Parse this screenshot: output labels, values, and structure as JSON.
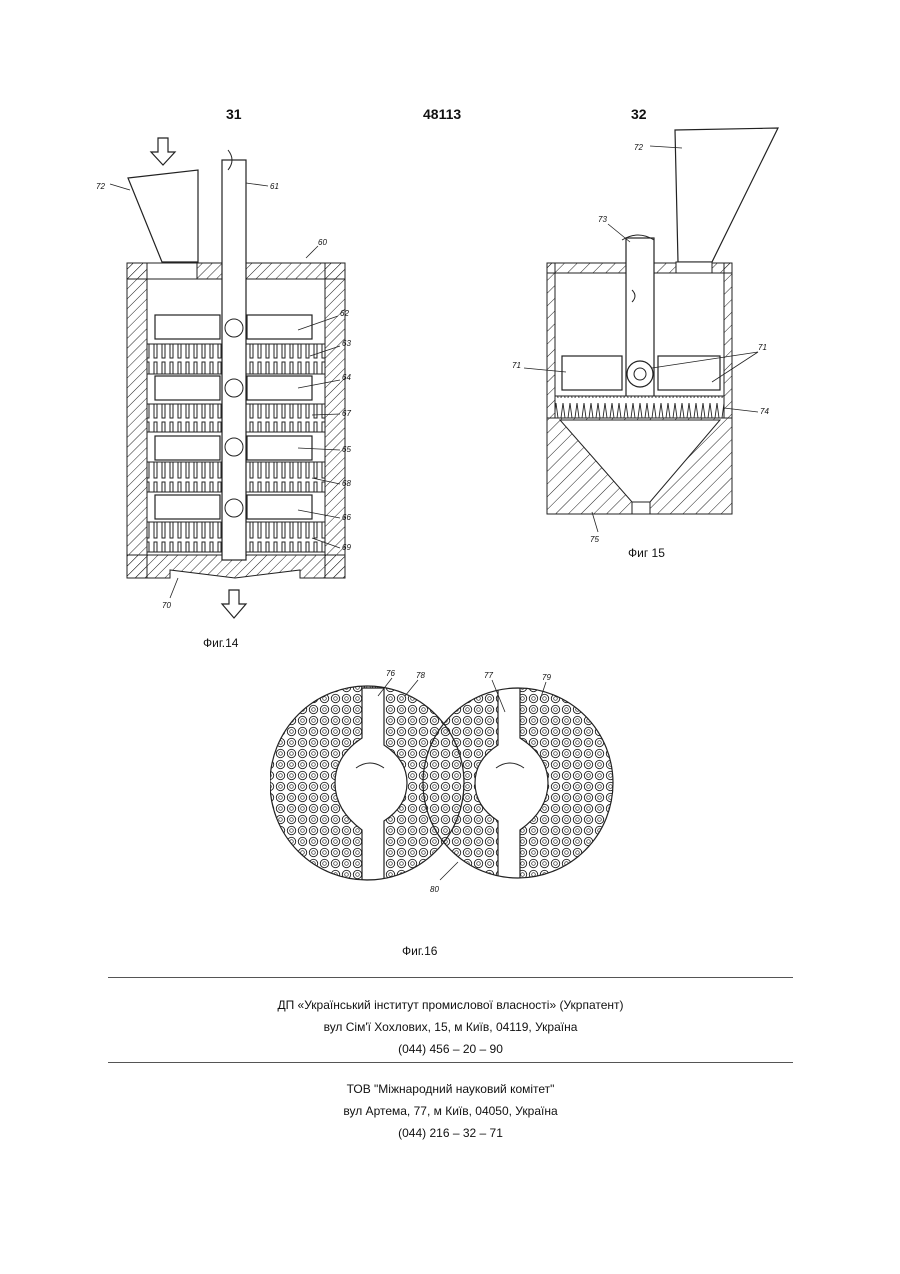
{
  "header": {
    "left_page": "31",
    "patent_number": "48113",
    "right_page": "32"
  },
  "figures": {
    "fig14": {
      "caption": "Фиг.14",
      "labels": [
        "72",
        "61",
        "60",
        "62",
        "63",
        "64",
        "67",
        "65",
        "68",
        "66",
        "69",
        "70"
      ]
    },
    "fig15": {
      "caption": "Фиг 15",
      "labels": [
        "72",
        "73",
        "71",
        "71",
        "74",
        "75"
      ]
    },
    "fig16": {
      "caption": "Фиг.16",
      "labels": [
        "76",
        "78",
        "77",
        "79",
        "80"
      ]
    }
  },
  "footer": {
    "org1": {
      "name": "ДП «Український інститут промислової власності» (Укрпатент)",
      "address": "вул  Сім'ї Хохлових, 15, м  Київ, 04119, Україна",
      "phone": "(044) 456 – 20 –  90"
    },
    "org2": {
      "name": "ТОВ \"Міжнародний науковий комітет\"",
      "address": "вул  Артема, 77, м  Київ, 04050, Україна",
      "phone": "(044) 216 – 32 – 71"
    }
  }
}
